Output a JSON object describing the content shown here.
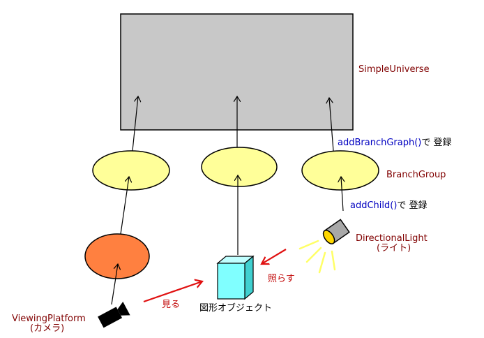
{
  "labels": {
    "simple_universe": "SimpleUniverse",
    "branch_group": "BranchGroup",
    "add_branch_graph": "addBranchGraph()",
    "add_branch_graph_suffix": "で 登録",
    "add_child": "addChild()",
    "add_child_suffix": "で 登録",
    "directional_light": "DirectionalLight",
    "light_jp": "(ライト)",
    "viewing_platform": "ViewingPlatform",
    "camera_jp": "(カメラ)",
    "shape_object": "図形オブジェクト",
    "illuminate": "照らす",
    "see": "見る"
  },
  "colors": {
    "universe_fill": "#c8c8c8",
    "branch_fill": "#ffff99",
    "camera_node_fill": "#ff8040",
    "cube_front": "#80ffff",
    "cube_side": "#40d0d0",
    "cube_top": "#c0ffff",
    "arrow_black": "#000000",
    "arrow_red": "#e01010",
    "light_rays": "#ffff66",
    "label_dark_red": "#800000",
    "label_blue": "#0000c0",
    "label_black": "#000000",
    "label_red": "#c00000"
  },
  "icons": {
    "camera": "camera-icon",
    "light": "spotlight-icon",
    "cube": "cube-icon"
  }
}
